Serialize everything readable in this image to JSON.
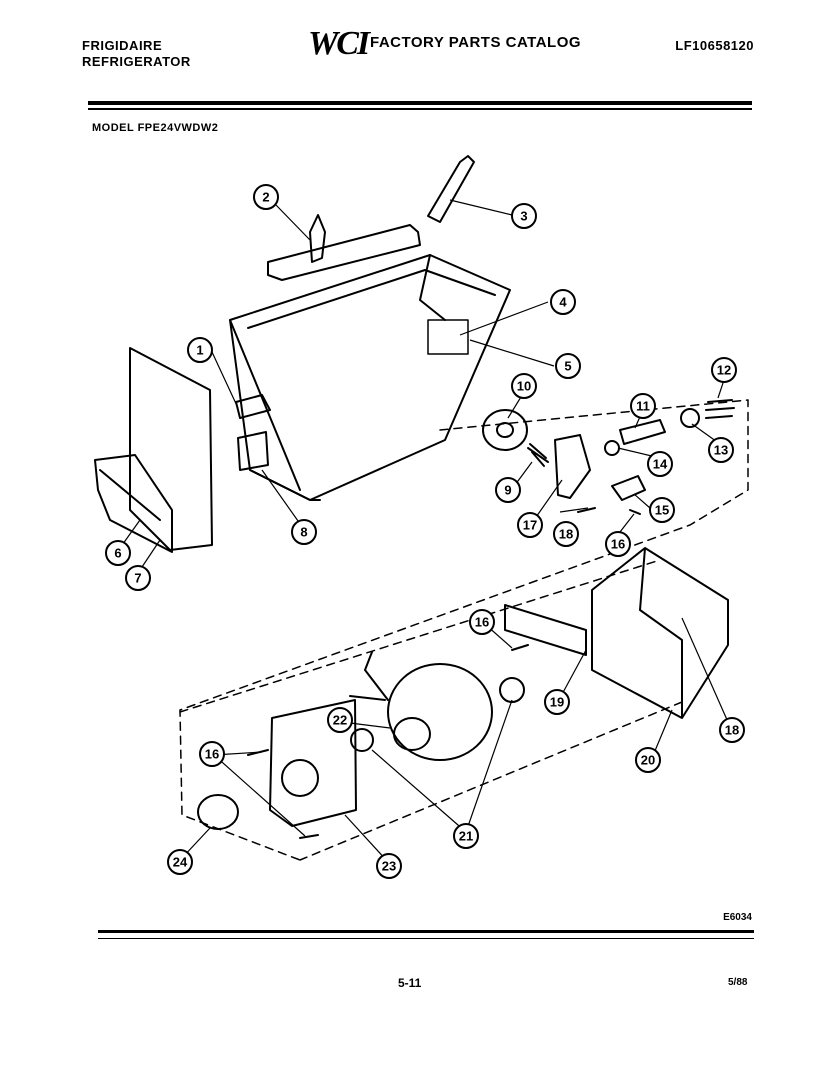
{
  "header": {
    "brand_line1": "FRIGIDAIRE",
    "brand_line2": "REFRIGERATOR",
    "logo": "WCI",
    "catalog_title": "FACTORY PARTS CATALOG",
    "catalog_number": "LF10658120",
    "model_label": "MODEL FPE24VWDW2"
  },
  "footer": {
    "diagram_code": "E6034",
    "page_number": "5-11",
    "date_code": "5/88"
  },
  "callouts": [
    {
      "id": "c1",
      "label": "1"
    },
    {
      "id": "c2",
      "label": "2"
    },
    {
      "id": "c3",
      "label": "3"
    },
    {
      "id": "c4",
      "label": "4"
    },
    {
      "id": "c5",
      "label": "5"
    },
    {
      "id": "c6",
      "label": "6"
    },
    {
      "id": "c7",
      "label": "7"
    },
    {
      "id": "c8",
      "label": "8"
    },
    {
      "id": "c9",
      "label": "9"
    },
    {
      "id": "c10",
      "label": "10"
    },
    {
      "id": "c11",
      "label": "11"
    },
    {
      "id": "c12",
      "label": "12"
    },
    {
      "id": "c13",
      "label": "13"
    },
    {
      "id": "c14",
      "label": "14"
    },
    {
      "id": "c15",
      "label": "15"
    },
    {
      "id": "c16a",
      "label": "16"
    },
    {
      "id": "c16b",
      "label": "16"
    },
    {
      "id": "c16c",
      "label": "16"
    },
    {
      "id": "c17",
      "label": "17"
    },
    {
      "id": "c18a",
      "label": "18"
    },
    {
      "id": "c18b",
      "label": "18"
    },
    {
      "id": "c19",
      "label": "19"
    },
    {
      "id": "c20",
      "label": "20"
    },
    {
      "id": "c21",
      "label": "21"
    },
    {
      "id": "c22",
      "label": "22"
    },
    {
      "id": "c23",
      "label": "23"
    },
    {
      "id": "c24",
      "label": "24"
    }
  ]
}
